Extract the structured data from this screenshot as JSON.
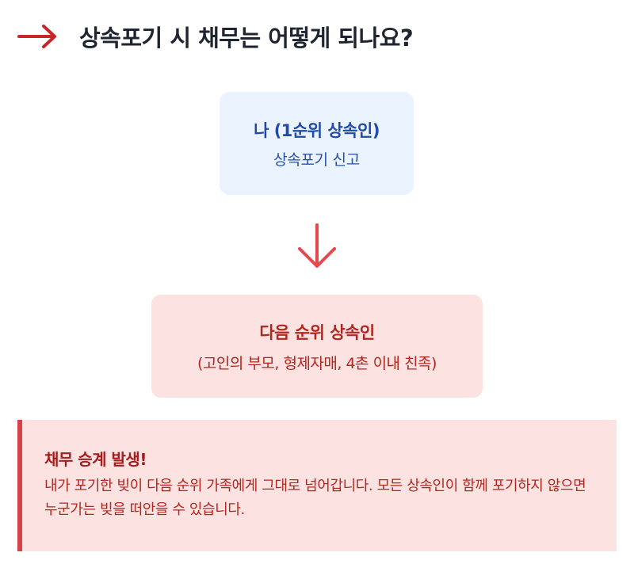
{
  "header": {
    "icon": "arrow-right-icon",
    "title": "상속포기 시 채무는 어떻게 되나요?"
  },
  "flow": {
    "me": {
      "title": "나 (1순위 상속인)",
      "subtitle": "상속포기 신고"
    },
    "connector_icon": "arrow-down-icon",
    "next": {
      "title": "다음 순위 상속인",
      "subtitle": "(고인의 부모, 형제자매, 4촌 이내 친족)"
    }
  },
  "callout": {
    "title": "채무 승계 발생!",
    "body": "내가 포기한 빚이 다음 순위 가족에게 그대로 넘어갑니다. 모든 상속인이 함께 포기하지 않으면 누군가는 빚을 떠안을 수 있습니다."
  },
  "colors": {
    "accent_red": "#c62828",
    "arrow_red": "#e5484d",
    "blue_text": "#1f4aa8",
    "blue_bg": "#eaf3ff",
    "red_bg": "#fde2e2",
    "callout_border": "#d9414a"
  }
}
